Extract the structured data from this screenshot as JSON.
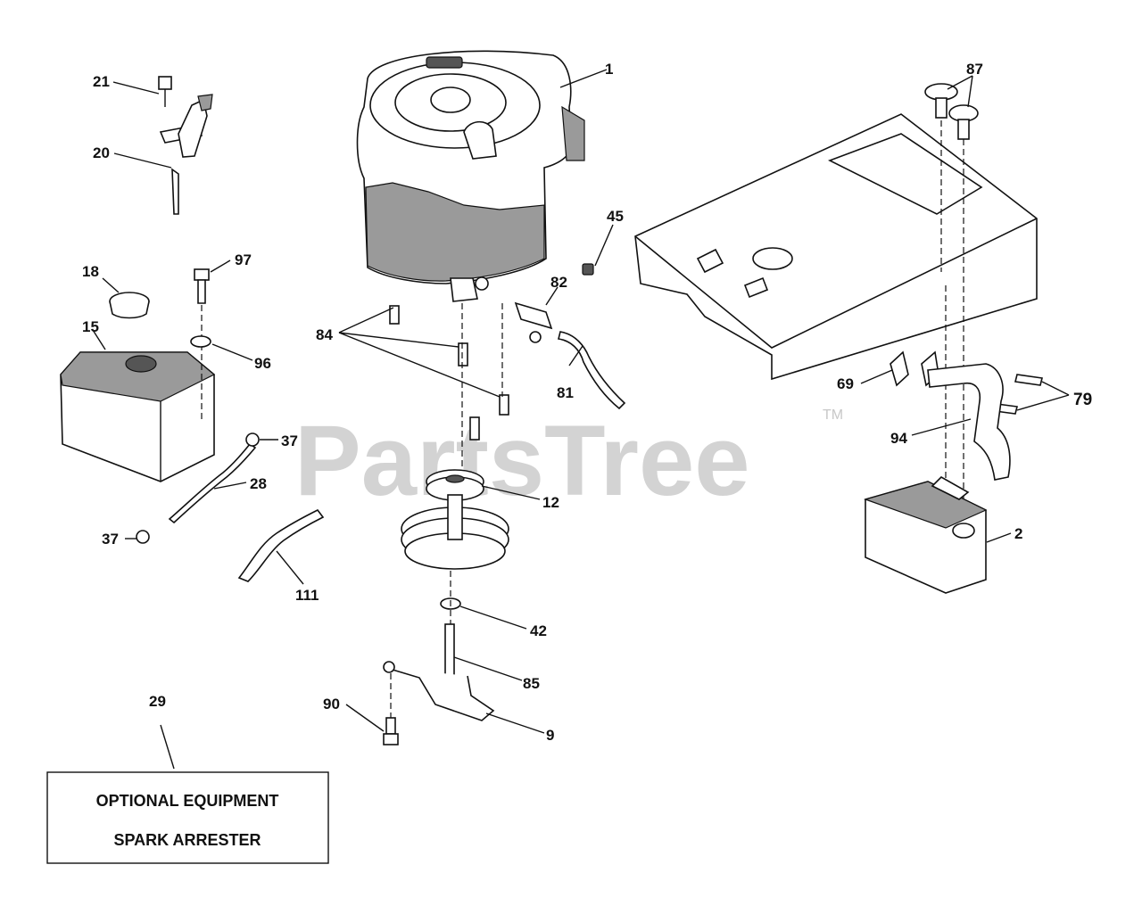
{
  "watermark": {
    "text": "PartsTree",
    "trademark": "TM"
  },
  "callouts": {
    "c1": "1",
    "c2": "2",
    "c9": "9",
    "c12": "12",
    "c15": "15",
    "c18": "18",
    "c20": "20",
    "c21": "21",
    "c28": "28",
    "c29": "29",
    "c37a": "37",
    "c37b": "37",
    "c42": "42",
    "c45": "45",
    "c69": "69",
    "c79": "79",
    "c81": "81",
    "c82": "82",
    "c84": "84",
    "c85": "85",
    "c87": "87",
    "c90": "90",
    "c94": "94",
    "c96": "96",
    "c97": "97",
    "c111": "111"
  },
  "optional_box": {
    "line1": "OPTIONAL EQUIPMENT",
    "line2": "SPARK ARRESTER"
  },
  "colors": {
    "line": "#111111",
    "shade": "#9a9a9a",
    "watermark": "#d3d3d3"
  }
}
